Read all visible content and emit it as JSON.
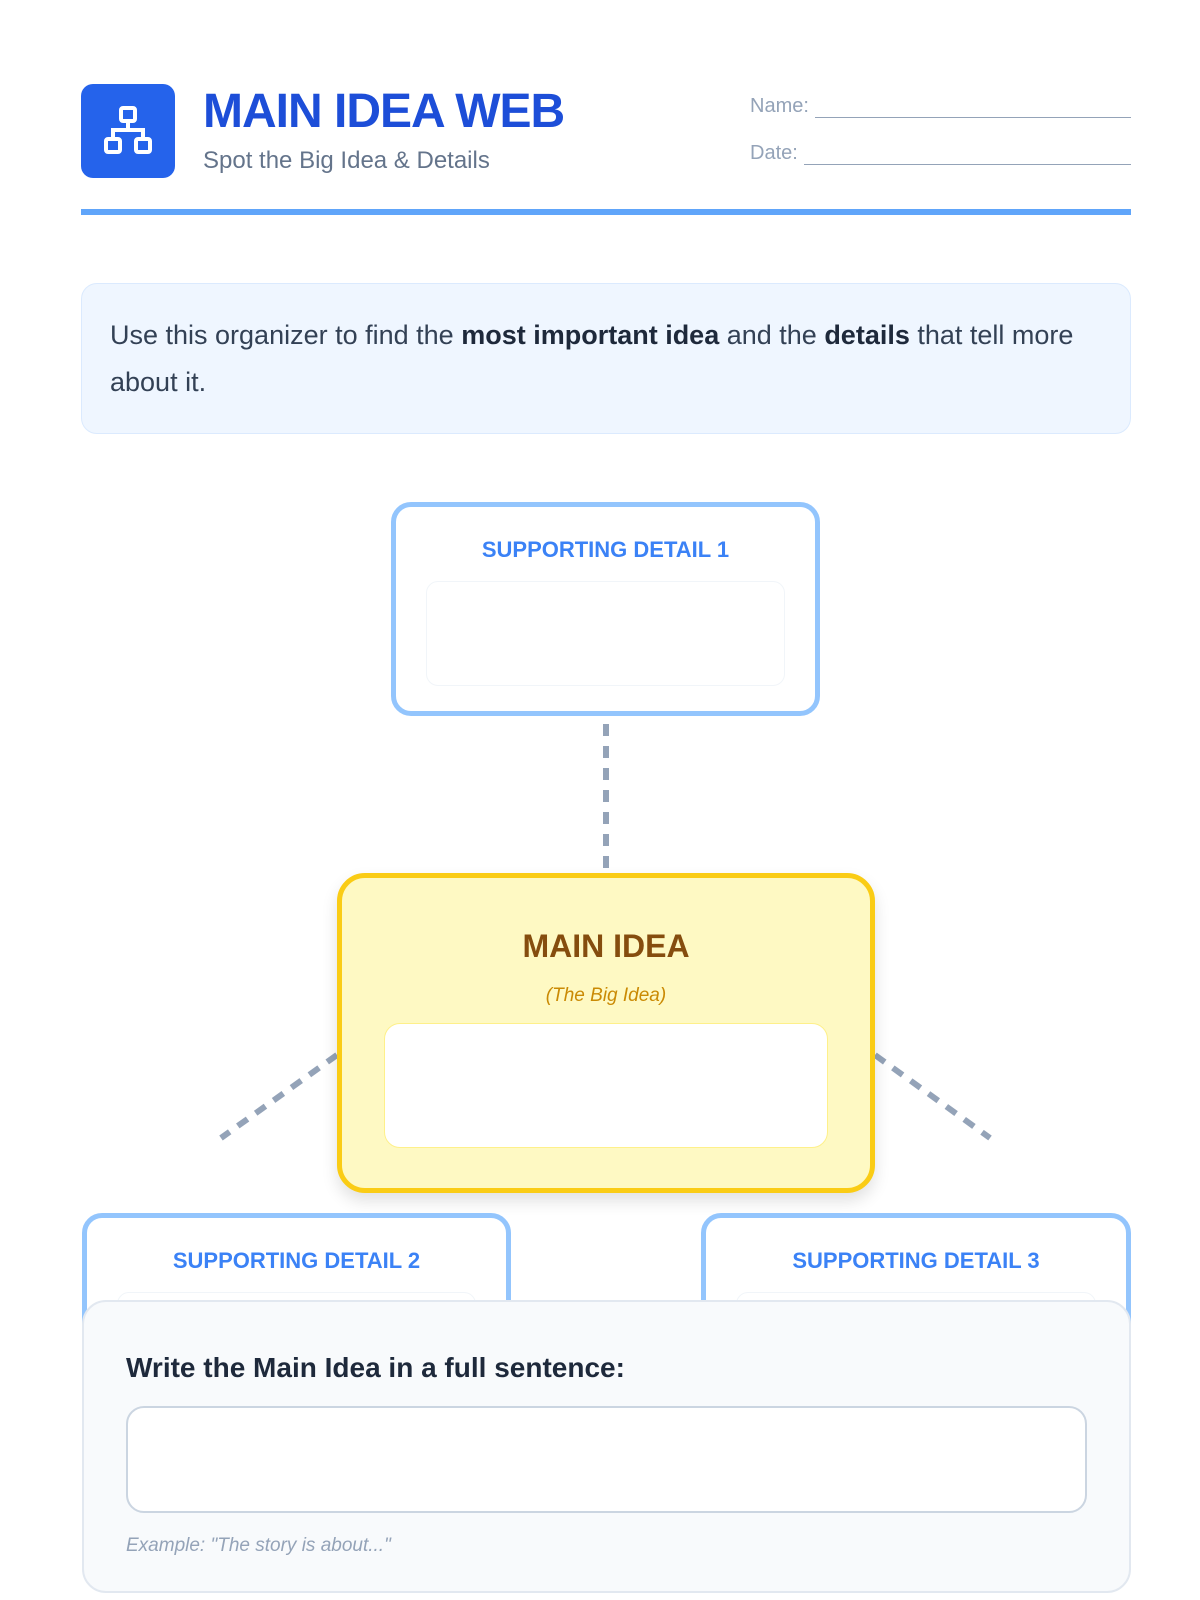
{
  "header": {
    "title": "MAIN IDEA WEB",
    "subtitle": "Spot the Big Idea & Details",
    "name_label": "Name:",
    "date_label": "Date:",
    "logo_icon": "sitemap-icon"
  },
  "intro": {
    "part1": "Use this organizer to find the ",
    "bold1": "most important idea",
    "part2": " and the ",
    "bold2": "details",
    "part3": " that tell more about it."
  },
  "web": {
    "main": {
      "title": "MAIN IDEA",
      "subtitle": "(The Big Idea)"
    },
    "details": [
      {
        "label": "SUPPORTING DETAIL 1"
      },
      {
        "label": "SUPPORTING DETAIL 2"
      },
      {
        "label": "SUPPORTING DETAIL 3"
      }
    ]
  },
  "sentence": {
    "prompt": "Write the Main Idea in a full sentence:",
    "example": "Example: \"The story is about...\""
  },
  "colors": {
    "accent": "#2563eb",
    "detail_border": "#93c5fd",
    "main_border": "#facc15",
    "main_bg": "#fef9c3"
  }
}
